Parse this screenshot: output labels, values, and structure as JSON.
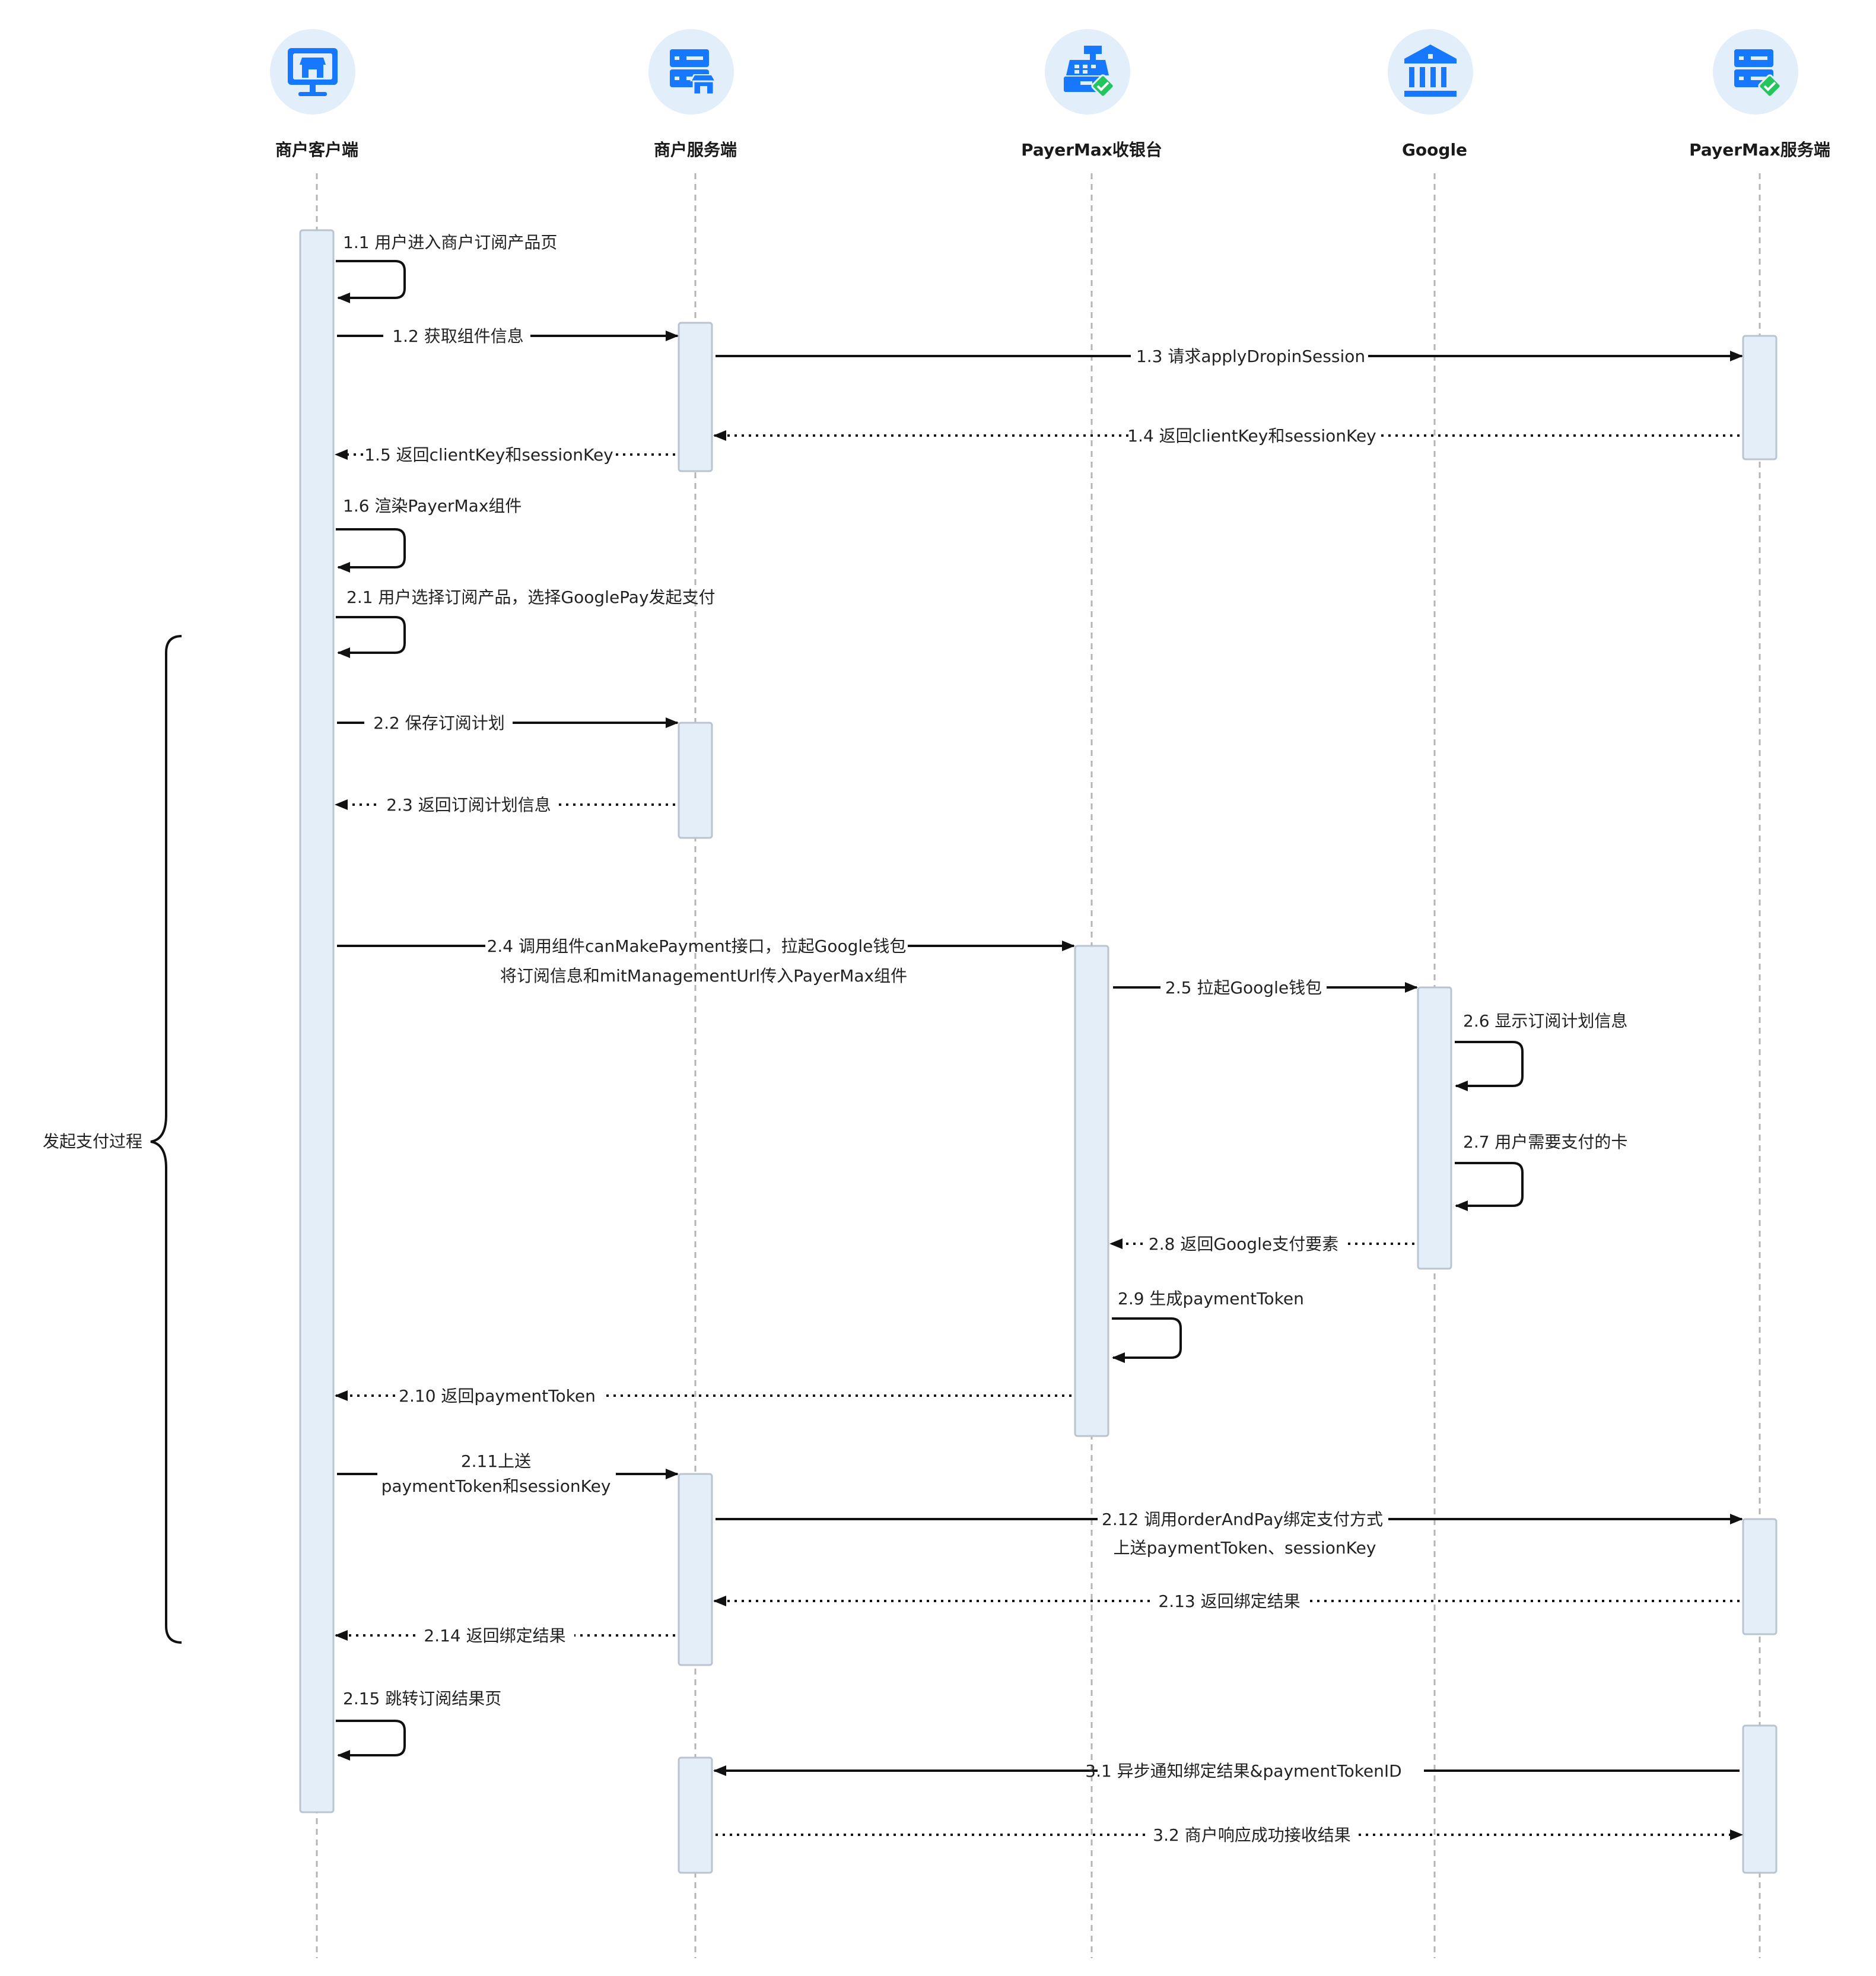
{
  "colors": {
    "activation_fill": "#e3eef9",
    "activation_stroke": "#b9c4d0",
    "lifeline": "#b5b5b5",
    "arrow": "#111111",
    "icon_circle": "#e2eef9",
    "icon_blue": "#1677ff",
    "icon_green": "#22c55e"
  },
  "participants": [
    {
      "id": "merchant-client",
      "label": "商户客户端",
      "icon": "monitor-store-icon"
    },
    {
      "id": "merchant-server",
      "label": "商户服务端",
      "icon": "server-store-icon"
    },
    {
      "id": "payermax-cashier",
      "label": "PayerMax收银台",
      "icon": "cash-register-icon"
    },
    {
      "id": "google",
      "label": "Google",
      "icon": "bank-icon"
    },
    {
      "id": "payermax-server",
      "label": "PayerMax服务端",
      "icon": "server-check-icon"
    }
  ],
  "messages": [
    {
      "label": "1.1 用户进入商户订阅产品页"
    },
    {
      "label": "1.2 获取组件信息"
    },
    {
      "label": "1.3 请求applyDropinSession"
    },
    {
      "label": "1.4 返回clientKey和sessionKey"
    },
    {
      "label": "1.5 返回clientKey和sessionKey"
    },
    {
      "label": "1.6 渲染PayerMax组件"
    },
    {
      "label": "2.1 用户选择订阅产品，选择GooglePay发起支付"
    },
    {
      "label": "2.2 保存订阅计划"
    },
    {
      "label": "2.3 返回订阅计划信息"
    },
    {
      "label": "2.4 调用组件canMakePayment接口，拉起Google钱包",
      "label2": "将订阅信息和mitManagementUrl传入PayerMax组件"
    },
    {
      "label": "2.5 拉起Google钱包"
    },
    {
      "label": "2.6 显示订阅计划信息"
    },
    {
      "label": "2.7 用户需要支付的卡"
    },
    {
      "label": "2.8 返回Google支付要素"
    },
    {
      "label": "2.9 生成paymentToken"
    },
    {
      "label": "2.10 返回paymentToken"
    },
    {
      "label": "2.11上送",
      "label2": "paymentToken和sessionKey"
    },
    {
      "label": "2.12 调用orderAndPay绑定支付方式",
      "label2": "上送paymentToken、sessionKey"
    },
    {
      "label": "2.13 返回绑定结果"
    },
    {
      "label": "2.14 返回绑定结果"
    },
    {
      "label": "2.15 跳转订阅结果页"
    },
    {
      "label": "3.1 异步通知绑定结果&paymentTokenID"
    },
    {
      "label": "3.2 商户响应成功接收结果"
    }
  ],
  "group": {
    "label": "发起支付过程"
  }
}
